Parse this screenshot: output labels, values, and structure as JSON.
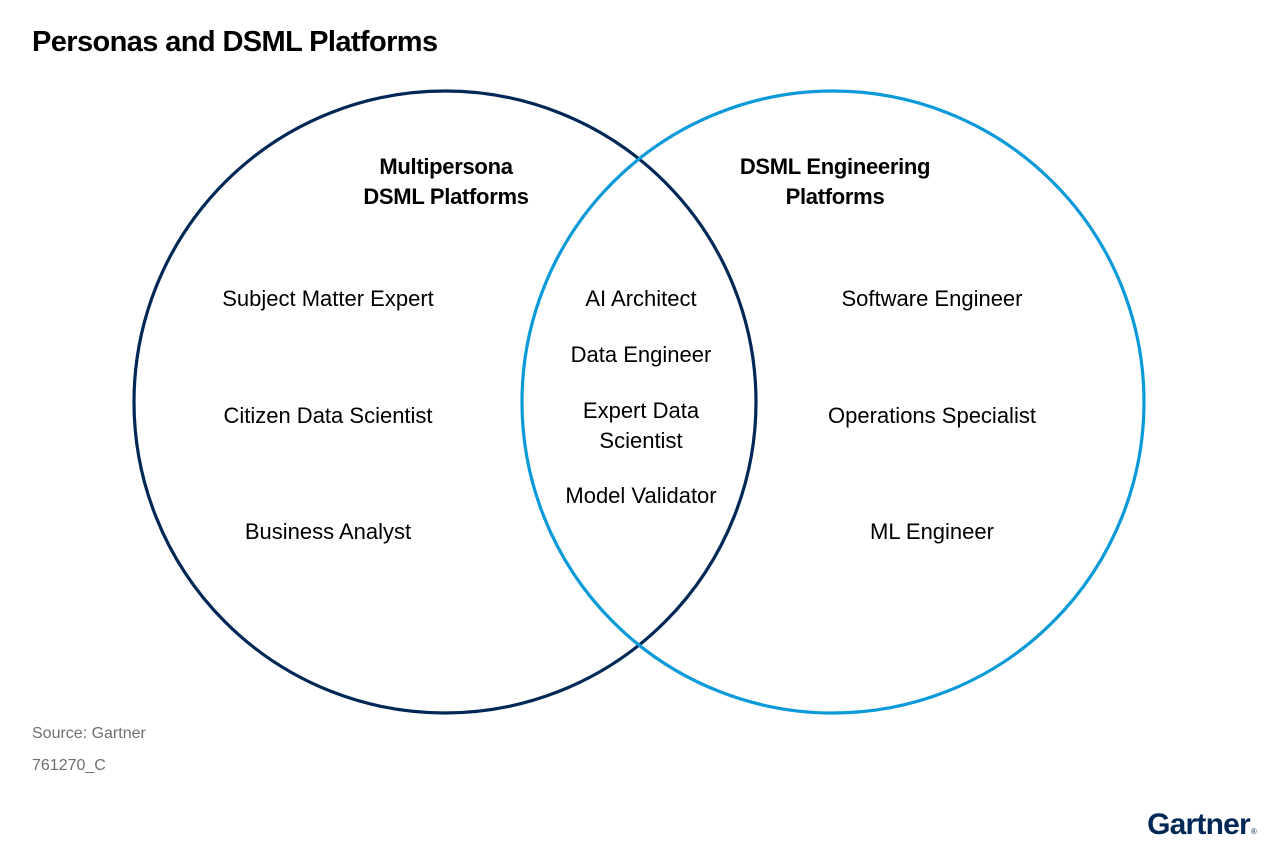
{
  "title": "Personas and DSML Platforms",
  "colors": {
    "left_circle": "#002856",
    "right_circle": "#0A9AD9",
    "footer_text": "#6b7072",
    "logo": "#002856"
  },
  "sets": {
    "left": {
      "label_line1": "Multipersona",
      "label_line2": "DSML Platforms",
      "personas": [
        "Subject Matter Expert",
        "Citizen Data Scientist",
        "Business Analyst"
      ]
    },
    "right": {
      "label_line1": "DSML Engineering",
      "label_line2": "Platforms",
      "personas": [
        "Software Engineer",
        "Operations Specialist",
        "ML Engineer"
      ]
    },
    "intersection": {
      "personas": [
        "AI Architect",
        "Data Engineer",
        "Expert Data\nScientist",
        "Model Validator"
      ],
      "expert_line1": "Expert Data",
      "expert_line2": "Scientist"
    }
  },
  "footer": {
    "source": "Source: Gartner",
    "id": "761270_C"
  },
  "logo": {
    "text": "Gartner",
    "mark": "®"
  }
}
